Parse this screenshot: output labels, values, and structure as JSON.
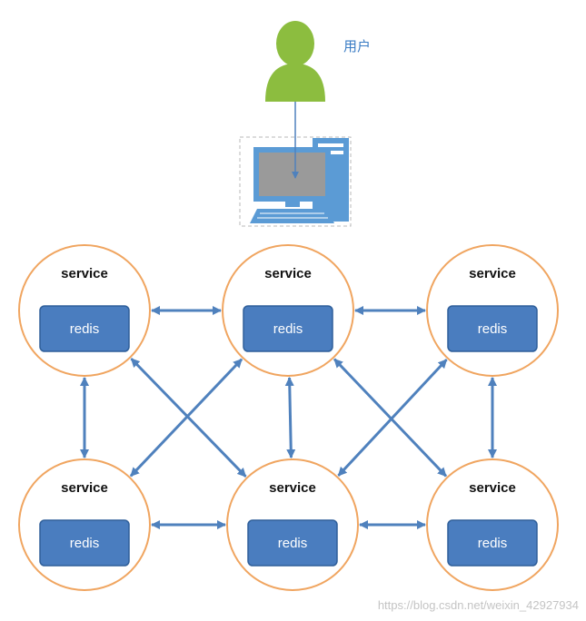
{
  "user": {
    "label": "用户"
  },
  "nodes": [
    {
      "service_label": "service",
      "redis_label": "redis"
    },
    {
      "service_label": "service",
      "redis_label": "redis"
    },
    {
      "service_label": "service",
      "redis_label": "redis"
    },
    {
      "service_label": "service",
      "redis_label": "redis"
    },
    {
      "service_label": "service",
      "redis_label": "redis"
    },
    {
      "service_label": "service",
      "redis_label": "redis"
    }
  ],
  "links": [
    {
      "from": 0,
      "to": 1,
      "direction": "both"
    },
    {
      "from": 1,
      "to": 2,
      "direction": "both"
    },
    {
      "from": 3,
      "to": 4,
      "direction": "both"
    },
    {
      "from": 4,
      "to": 5,
      "direction": "both"
    },
    {
      "from": 0,
      "to": 3,
      "direction": "both"
    },
    {
      "from": 1,
      "to": 4,
      "direction": "both"
    },
    {
      "from": 2,
      "to": 5,
      "direction": "both"
    },
    {
      "from": 0,
      "to": 4,
      "direction": "both"
    },
    {
      "from": 1,
      "to": 3,
      "direction": "both"
    },
    {
      "from": 1,
      "to": 5,
      "direction": "both"
    },
    {
      "from": 2,
      "to": 4,
      "direction": "both"
    }
  ],
  "colors": {
    "circle_stroke": "#f0a560",
    "redis_fill": "#4a7dbf",
    "redis_stroke": "#2f5f9a",
    "arrow": "#4f81bd",
    "user_green": "#8cbd3f",
    "monitor_blue": "#5b9bd5",
    "screen_gray": "#9a9a9a"
  },
  "watermark": {
    "text": "https://blog.csdn.net/weixin_42927934"
  }
}
